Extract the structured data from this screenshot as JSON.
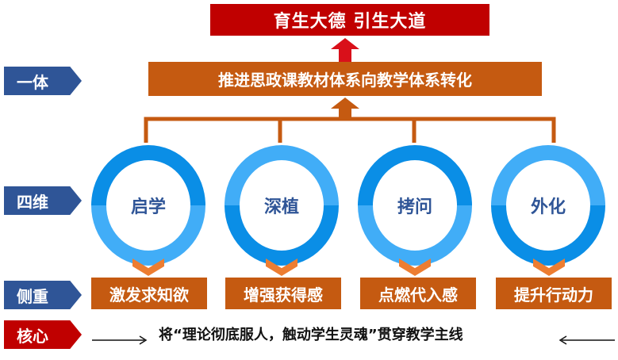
{
  "goal": "育生大德  引生大道",
  "main": "推进思政课教材体系向教学体系转化",
  "labels": {
    "one": "一体",
    "four": "四维",
    "focus": "侧重",
    "core": "核心"
  },
  "dimensions": [
    {
      "name": "启学",
      "focus": "激发求知欲"
    },
    {
      "name": "深植",
      "focus": "增强获得感"
    },
    {
      "name": "拷问",
      "focus": "点燃代入感"
    },
    {
      "name": "外化",
      "focus": "提升行动力"
    }
  ],
  "core_text": "将“理论彻底服人，触动学生灵魂”贯穿教学主线",
  "colors": {
    "red": "#c00000",
    "orange": "#c55a11",
    "navy": "#2f5597",
    "blue_dark": "#0a8ee6",
    "blue_light": "#41adf7"
  }
}
